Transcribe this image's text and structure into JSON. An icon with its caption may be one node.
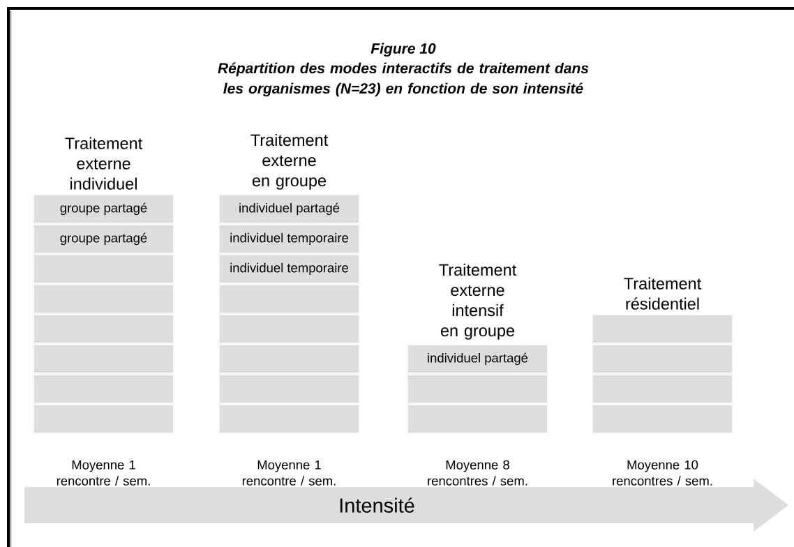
{
  "diagram": {
    "title": "Figure 10",
    "nodes": [
      {
        "text": [
          "Traitement externe individuel"
        ]
      },
      {
        "text": [
          "groupe partagé"
        ],
        "in": 0
      },
      {
        "text": [
          "groupe partagé"
        ],
        "in": 0
      },
      {
        "text": [],
        "shape": "box",
        "in": 0
      },
      {
        "text": [],
        "shape": "box",
        "in": 0
      },
      {
        "text": [],
        "shape": "box",
        "in": 0
      },
      {
        "text": [],
        "shape": "box",
        "in": 0
      },
      {
        "text": [],
        "shape": "box",
        "in": 0
      },
      {
        "text": [],
        "shape": "box",
        "in": 0
      },
      {
        "text": [
          "Traitement externe en groupe"
        ]
      },
      {
        "text": [
          "individuel partagé"
        ],
        "in": 9
      },
      {
        "text": [
          "individuel temporaire"
        ],
        "in": 9
      },
      {
        "text": [
          "individuel temporaire"
        ],
        "in": 9
      },
      {
        "text": [],
        "shape": "box",
        "in": 9
      },
      {
        "text": [],
        "shape": "box",
        "in": 9
      },
      {
        "text": [],
        "shape": "box",
        "in": 9
      },
      {
        "text": [],
        "shape": "box",
        "in": 9
      },
      {
        "text": [],
        "shape": "box",
        "in": 9
      },
      {
        "text": [
          "Traitement externe intensif en groupe"
        ]
      },
      {
        "text": [
          "individuel partagé"
        ],
        "in": 18
      },
      {
        "text": [],
        "shape": "box",
        "in": 18
      },
      {
        "text": [],
        "shape": "box",
        "in": 18
      },
      {
        "text": [
          "Traitement résidentiel"
        ]
      },
      {
        "text": [],
        "shape": "box",
        "in": 22
      },
      {
        "text": [],
        "shape": "box",
        "in": 22
      },
      {
        "text": [],
        "shape": "box",
        "in": 22
      },
      {
        "text": [],
        "shape": "box",
        "in": 22
      },
      {
        "text": [
          "Intensité"
        ]
      }
    ],
    "labels": [
      "Répartition des modes interactifs de traitement dans les organismes (N=23) en fonction de son intensité",
      "Moyenne 1 rencontre / sem.",
      "Moyenne 1 rencontre / sem.",
      "Moyenne 8 rencontres / sem.",
      "Moyenne 10 rencontres / sem."
    ]
  }
}
